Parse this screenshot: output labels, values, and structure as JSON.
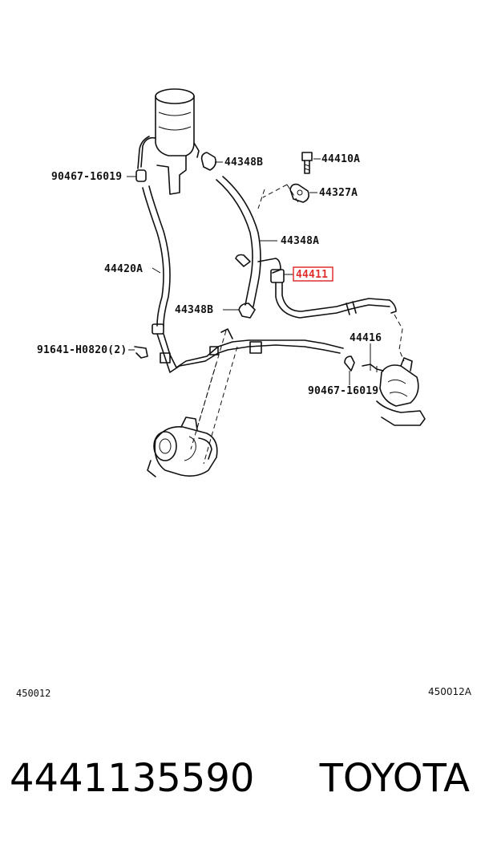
{
  "labels": {
    "l_90467_top": "90467-16019",
    "l_44348B_top": "44348B",
    "l_44410A": "44410A",
    "l_44327A": "44327A",
    "l_44348A": "44348A",
    "l_44411": "44411",
    "l_44420A": "44420A",
    "l_44348B_mid": "44348B",
    "l_44416": "44416",
    "l_91641": "91641-H0820(2)",
    "l_90467_bot": "90467-16019"
  },
  "codes": {
    "left": "450012",
    "right": "450012A"
  },
  "footer": {
    "part_number": "4441135590",
    "brand": "TOYOTA"
  },
  "colors": {
    "highlight": "#e03030",
    "ink": "#111111"
  }
}
